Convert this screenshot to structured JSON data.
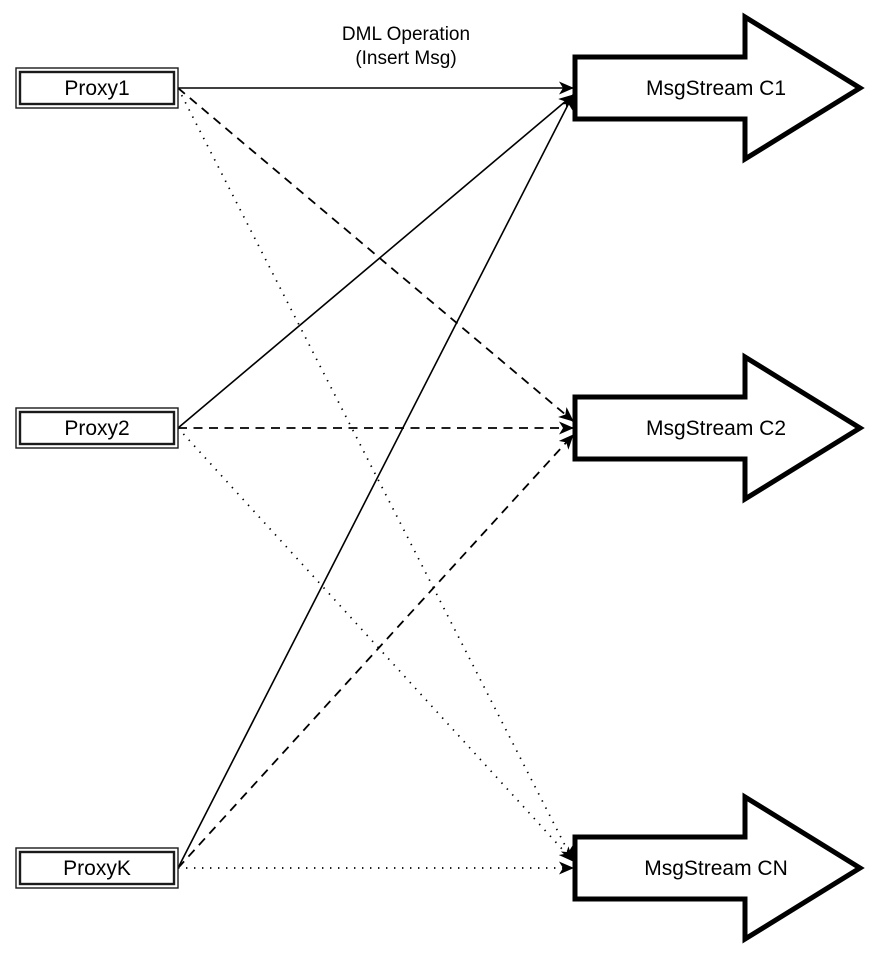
{
  "title": {
    "line1": "DML Operation",
    "line2": "(Insert Msg)"
  },
  "nodes": [
    {
      "id": "proxy1",
      "label": "Proxy1"
    },
    {
      "id": "proxy2",
      "label": "Proxy2"
    },
    {
      "id": "proxyk",
      "label": "ProxyK"
    }
  ],
  "streams": [
    {
      "id": "c1",
      "label": "MsgStream C1",
      "shape": "block-arrow-right"
    },
    {
      "id": "c2",
      "label": "MsgStream C2",
      "shape": "block-arrow-right"
    },
    {
      "id": "cn",
      "label": "MsgStream CN",
      "shape": "block-arrow-right"
    }
  ],
  "edges": [
    {
      "from": "proxy1",
      "to": "c1",
      "style": "solid"
    },
    {
      "from": "proxy2",
      "to": "c1",
      "style": "solid"
    },
    {
      "from": "proxyk",
      "to": "c1",
      "style": "solid"
    },
    {
      "from": "proxy1",
      "to": "c2",
      "style": "dashed"
    },
    {
      "from": "proxy2",
      "to": "c2",
      "style": "dashed"
    },
    {
      "from": "proxyk",
      "to": "c2",
      "style": "dashed"
    },
    {
      "from": "proxy1",
      "to": "cn",
      "style": "dotted"
    },
    {
      "from": "proxy2",
      "to": "cn",
      "style": "dotted"
    },
    {
      "from": "proxyk",
      "to": "cn",
      "style": "dotted"
    }
  ],
  "colors": {
    "ink": "#000000",
    "paper": "#ffffff",
    "box_stroke": "#1a1a1a"
  }
}
